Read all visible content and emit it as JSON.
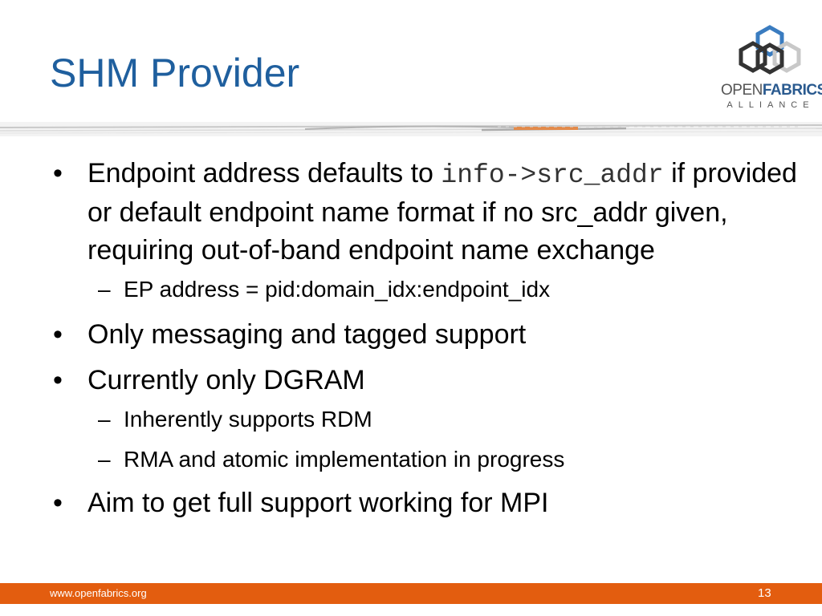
{
  "slide": {
    "title": "SHM Provider",
    "page_number": "13",
    "footer_url": "www.openfabrics.org"
  },
  "logo": {
    "word_light": "OPEN",
    "word_bold": "FABRICS",
    "subtitle": "ALLIANCE"
  },
  "bullets": {
    "b1_prefix": "Endpoint address defaults to ",
    "b1_code": "info->src_addr",
    "b1_rest": " if provided or default endpoint name format if no src_addr given, requiring out-of-band endpoint name exchange",
    "b1_sub1": "EP address = pid:domain_idx:endpoint_idx",
    "b2": "Only messaging and tagged support",
    "b3": "Currently only DGRAM",
    "b3_sub1": "Inherently supports RDM",
    "b3_sub2": "RMA and atomic implementation in progress",
    "b4": "Aim to get full support working for MPI"
  },
  "glyphs": {
    "bullet": "•",
    "dash": "–"
  },
  "colors": {
    "title": "#1f5f9e",
    "footer": "#e35d0f",
    "logo_blue": "#3a7cc0",
    "logo_dark": "#333333"
  }
}
